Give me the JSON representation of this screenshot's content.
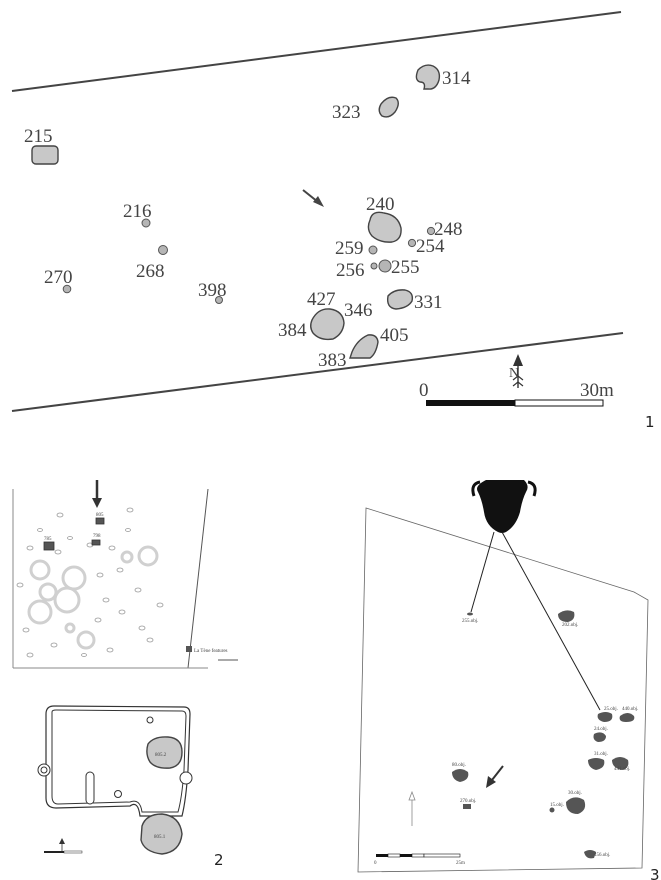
{
  "panel1": {
    "number": "1",
    "features": [
      {
        "id": "f314",
        "label": "314"
      },
      {
        "id": "f323",
        "label": "323"
      },
      {
        "id": "f215",
        "label": "215"
      },
      {
        "id": "f240",
        "label": "240"
      },
      {
        "id": "f248",
        "label": "248"
      },
      {
        "id": "f216",
        "label": "216"
      },
      {
        "id": "f259",
        "label": "259"
      },
      {
        "id": "f254",
        "label": "254"
      },
      {
        "id": "f256",
        "label": "256"
      },
      {
        "id": "f255",
        "label": "255"
      },
      {
        "id": "f268",
        "label": "268"
      },
      {
        "id": "f270",
        "label": "270"
      },
      {
        "id": "f398",
        "label": "398"
      },
      {
        "id": "f331",
        "label": "331"
      },
      {
        "id": "f427",
        "label": "427"
      },
      {
        "id": "f346",
        "label": "346"
      },
      {
        "id": "f384",
        "label": "384"
      },
      {
        "id": "f405",
        "label": "405"
      },
      {
        "id": "f383",
        "label": "383"
      }
    ],
    "north_label": "N",
    "scale": {
      "start": "0",
      "end": "30m"
    }
  },
  "panel2": {
    "number": "2",
    "labels": {
      "f805": "805",
      "f785": "785",
      "f798": "798"
    },
    "legend": "La Tène features",
    "detail_labels": {
      "a": "805.2",
      "b": "805.1"
    }
  },
  "panel3": {
    "number": "3",
    "labels": {
      "l255": "255.obj.",
      "l202": "202.obj.",
      "l25": "25.obj.",
      "l440": "440.obj.",
      "l24": "24.obj.",
      "l31": "31.obj.",
      "l441": "441.obj.",
      "l80": "80.obj.",
      "l270": "270.obj.",
      "l15": "15.obj.",
      "l30": "30.obj.",
      "l456": "456.obj."
    },
    "scale": {
      "start": "0",
      "end": "25m"
    }
  }
}
